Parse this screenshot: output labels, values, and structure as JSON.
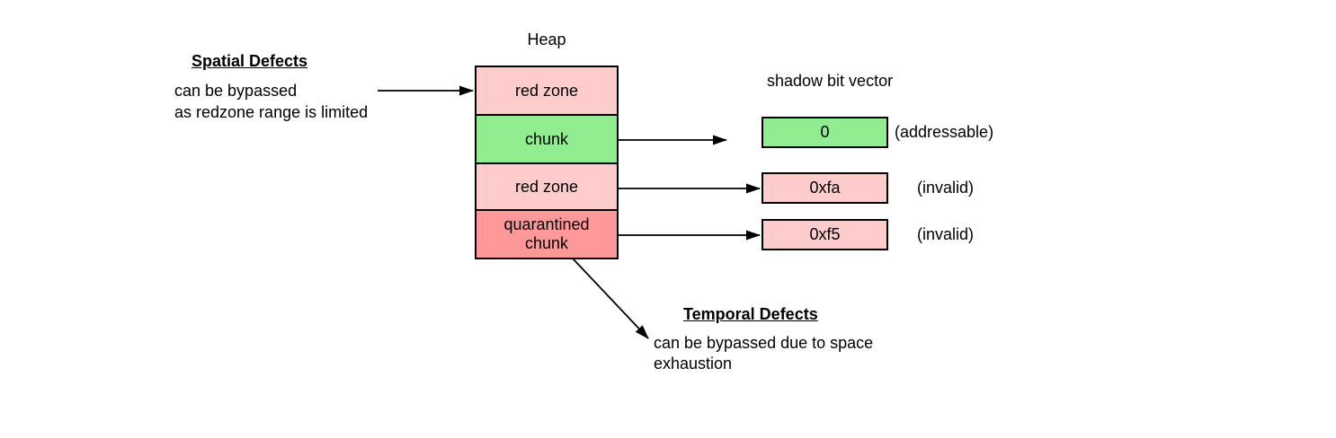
{
  "heap": {
    "title": "Heap",
    "rows": [
      {
        "label": "red zone",
        "fill": "#ffcccc"
      },
      {
        "label": "chunk",
        "fill": "#90ee90"
      },
      {
        "label": "red zone",
        "fill": "#ffcccc"
      },
      {
        "label": "quarantined\nchunk",
        "fill": "#ff9999"
      }
    ]
  },
  "spatial_note": {
    "title": "Spatial Defects",
    "line1": "can be bypassed",
    "line2": "as redzone range is limited"
  },
  "temporal_note": {
    "title": "Temporal Defects",
    "line1": "can be bypassed due to space",
    "line2": "exhaustion"
  },
  "shadow_vector": {
    "title": "shadow bit vector",
    "entries": [
      {
        "value": "0",
        "note": "(addressable)",
        "fill": "#90ee90"
      },
      {
        "value": "0xfa",
        "note": "(invalid)",
        "fill": "#ffcccc"
      },
      {
        "value": "0xf5",
        "note": "(invalid)",
        "fill": "#ffcccc"
      }
    ]
  },
  "colors": {
    "stroke": "#000000",
    "arrow": "#000000",
    "background": "#ffffff",
    "text": "#000000"
  }
}
